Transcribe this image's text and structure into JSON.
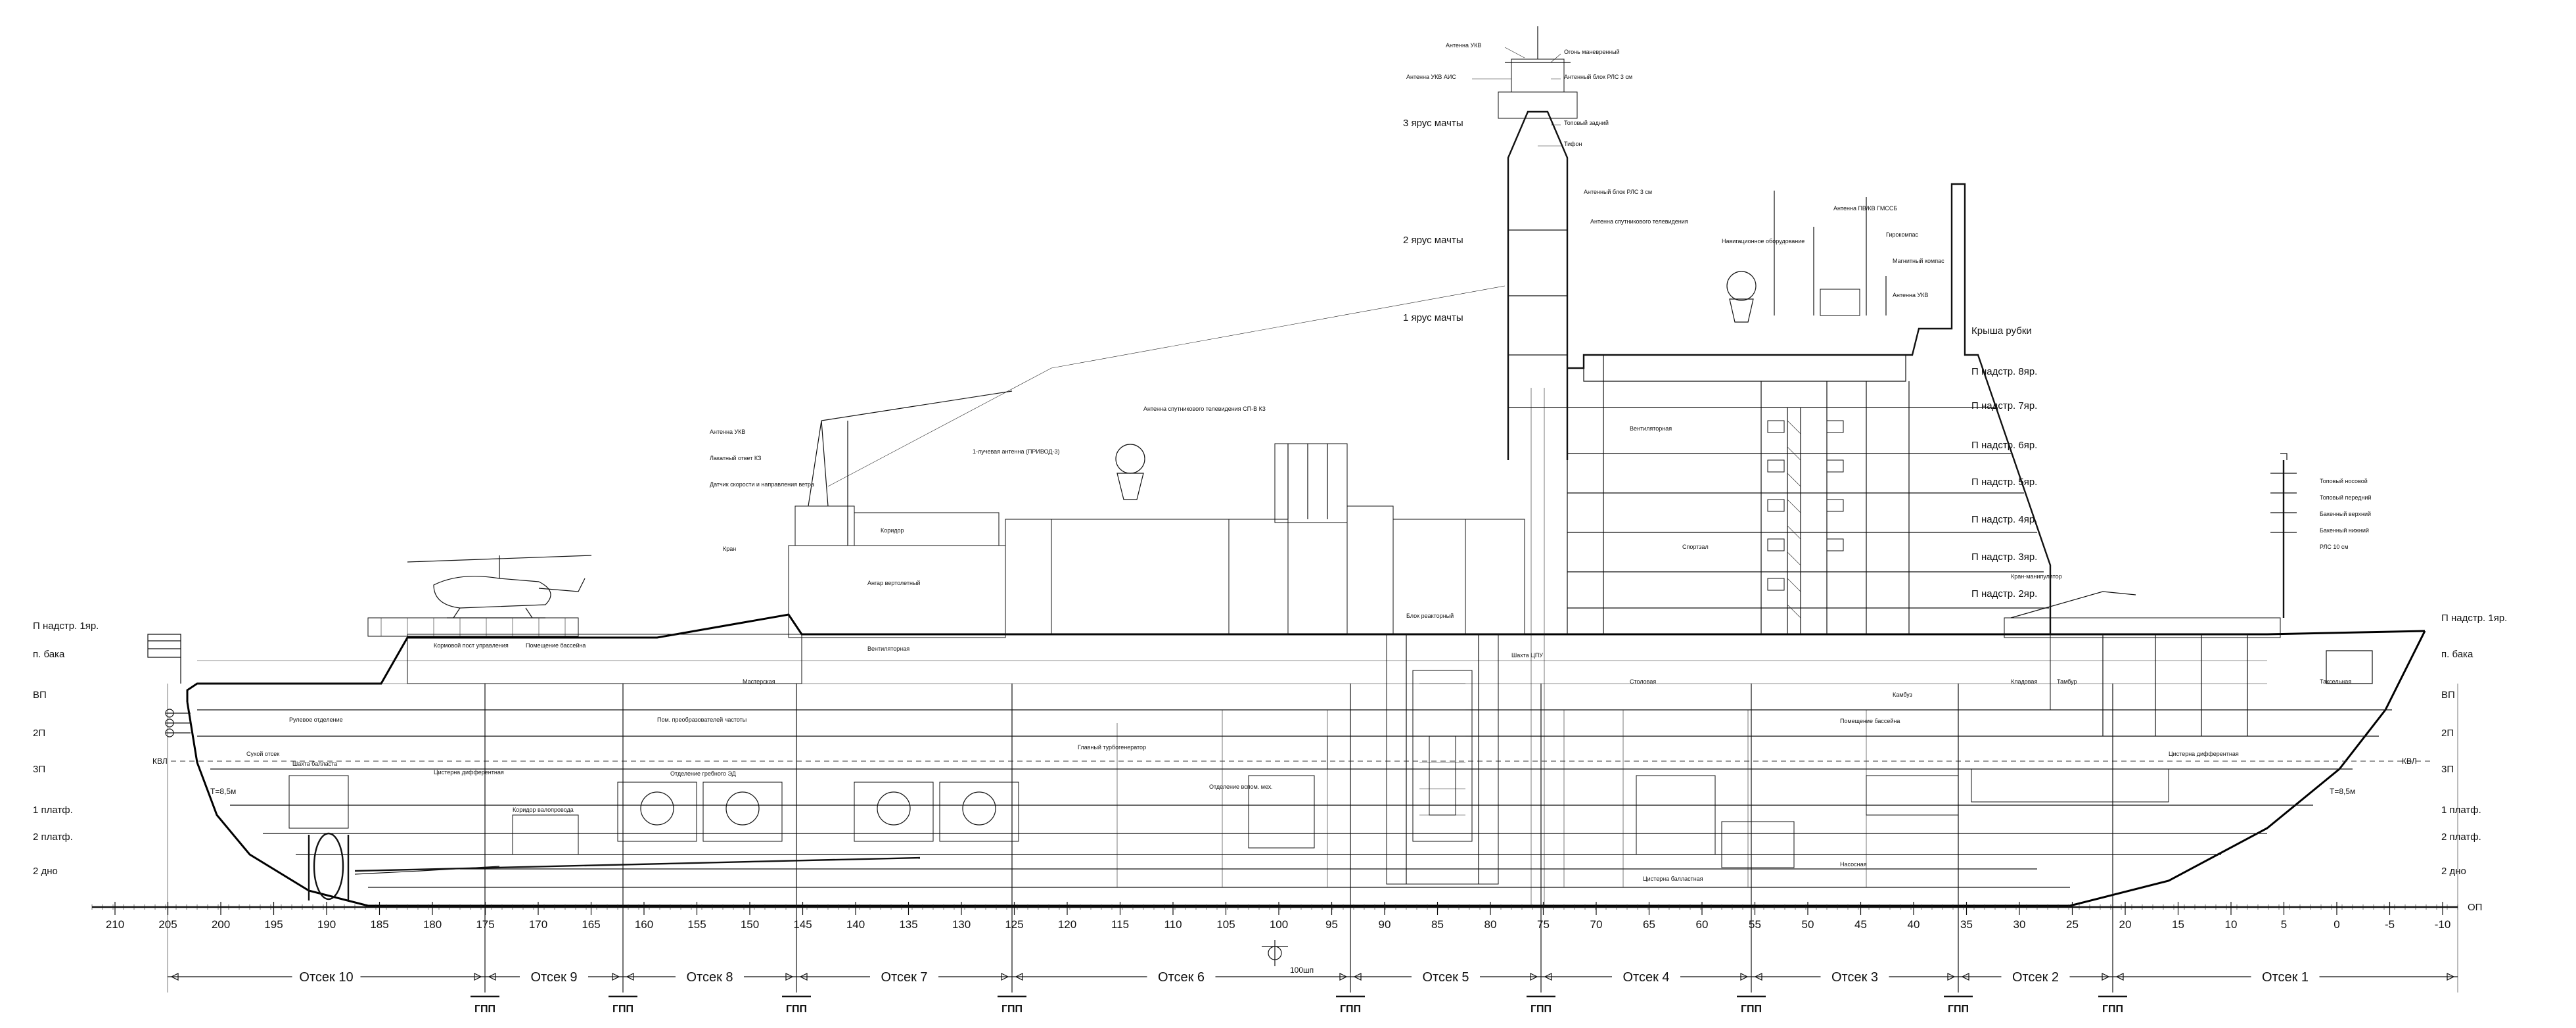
{
  "left_levels": [
    "П надстр. 1яр.",
    "п. бака",
    "ВП",
    "2П",
    "3П",
    "1 платф.",
    "2 платф.",
    "2 дно"
  ],
  "right_levels": [
    "Крыша рубки",
    "П надстр. 8яр.",
    "П надстр. 7яр.",
    "П надстр. 6яр.",
    "П надстр. 5яр.",
    "П надстр. 4яр.",
    "П надстр. 3яр.",
    "П надстр. 2яр.",
    "П надстр. 1яр.",
    "п. бака",
    "ВП",
    "2П",
    "3П",
    "1 платф.",
    "2 платф.",
    "2 дно"
  ],
  "mast_levels": [
    "3 ярус мачты",
    "2 ярус мачты",
    "1 ярус мачты"
  ],
  "frame_numbers": [
    "210",
    "205",
    "200",
    "195",
    "190",
    "185",
    "180",
    "175",
    "170",
    "165",
    "160",
    "155",
    "150",
    "145",
    "140",
    "135",
    "130",
    "125",
    "120",
    "115",
    "110",
    "105",
    "100",
    "95",
    "90",
    "85",
    "80",
    "75",
    "70",
    "65",
    "60",
    "55",
    "50",
    "45",
    "40",
    "35",
    "30",
    "25",
    "20",
    "15",
    "10",
    "5",
    "0",
    "-5",
    "-10"
  ],
  "baseline_label": "ОП",
  "draft_labels": [
    "КВЛ",
    "КВЛ",
    "Т=8,5м",
    "Т=8,5м"
  ],
  "compartments": [
    "Отсек 10",
    "Отсек 9",
    "Отсек 8",
    "Отсек 7",
    "Отсек 6",
    "Отсек 5",
    "Отсек 4",
    "Отсек 3",
    "Отсек 2",
    "Отсек 1"
  ],
  "bulkhead_label": "ГПП",
  "scale_label": "100шп",
  "antenna_labels": [
    "Антенна УКВ",
    "Антенна УКВ АИС",
    "Огонь маневренный",
    "Антенный блок РЛС 3 см",
    "Топовый задний",
    "Тифон",
    "Антенный блок РЛС 3 см",
    "Антенна спутникового телевидения",
    "Навигационное оборудование",
    "Антенна ПВ/КВ ГМССБ",
    "Гирокомпас",
    "Магнитный компас",
    "Антенна УКВ",
    "Антенна спутникового телевидения СП-В К3",
    "1-лучевая антенна (ПРИВОД-3)",
    "Антенна УКВ",
    "Лакатный ответ КЗ",
    "Датчик скорости и направления ветра",
    "Кран",
    "Кран-манипулятор",
    "Топовый носовой",
    "Топовый передний",
    "Бакенный верхний",
    "Бакенный нижний",
    "РЛС 10 см"
  ],
  "room_labels": [
    "Кормовой пост управления",
    "Помещение бассейна",
    "Рулевое отделение",
    "Сухой отсек",
    "Шахта балласта",
    "Цистерна дифферентная",
    "Коридор",
    "Ангар вертолетный",
    "Вентиляторная",
    "Пом. преобразователей частоты",
    "Мастерская",
    "Главный турбогенератор",
    "Отделение вспом. мех.",
    "Коридор валопровода",
    "Отделение гребного ЭД",
    "Блок реакторный",
    "Шахта ЦПУ",
    "Спортзал",
    "Столовая",
    "Вентиляторная",
    "Помещение бассейна",
    "Кладовая",
    "Камбуз",
    "Тамбур",
    "Таксельная",
    "Цистерна балластная",
    "Насосная",
    "Цистерна дифферентная"
  ]
}
